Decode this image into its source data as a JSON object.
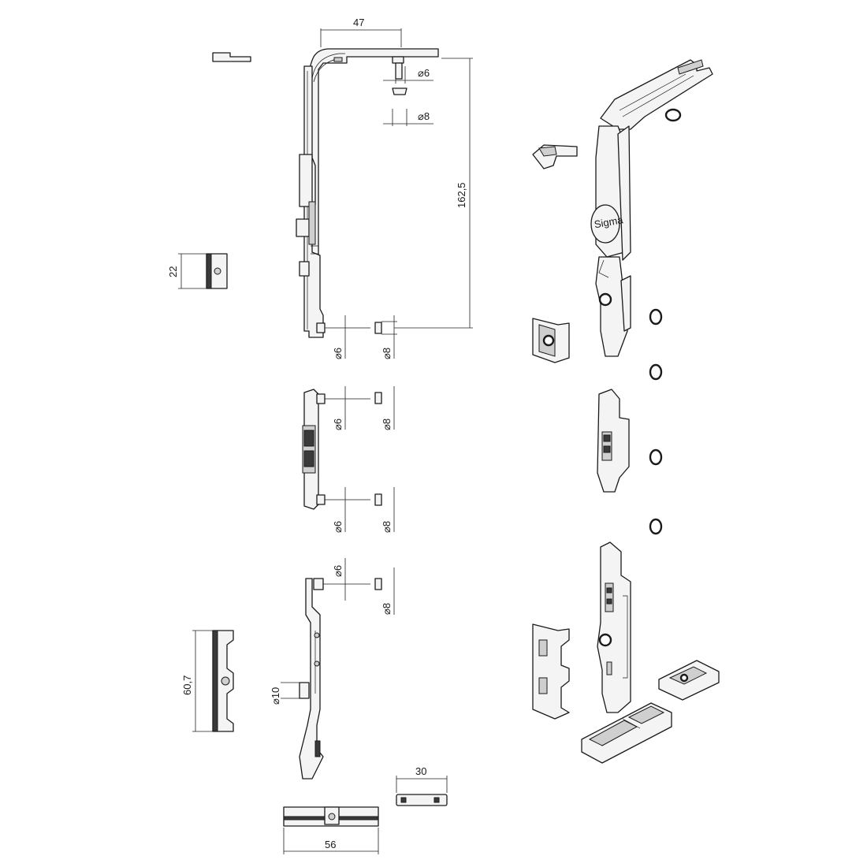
{
  "dimensions": {
    "top_arm_width": "47",
    "top_pin_diameter": "6",
    "top_cap_diameter": "8",
    "total_height": "162,5",
    "small_block_height": "22",
    "pin_diameter_1": "6",
    "cap_diameter_1": "8",
    "pin_diameter_2": "6",
    "cap_diameter_2": "8",
    "pin_diameter_3": "6",
    "cap_diameter_3": "8",
    "pin_diameter_4": "6",
    "cap_diameter_4": "8",
    "bottom_plate_height": "60,7",
    "lower_pin_diameter": "10",
    "short_bar_width": "30",
    "long_bar_width": "56"
  },
  "logo_text": "Sigma"
}
